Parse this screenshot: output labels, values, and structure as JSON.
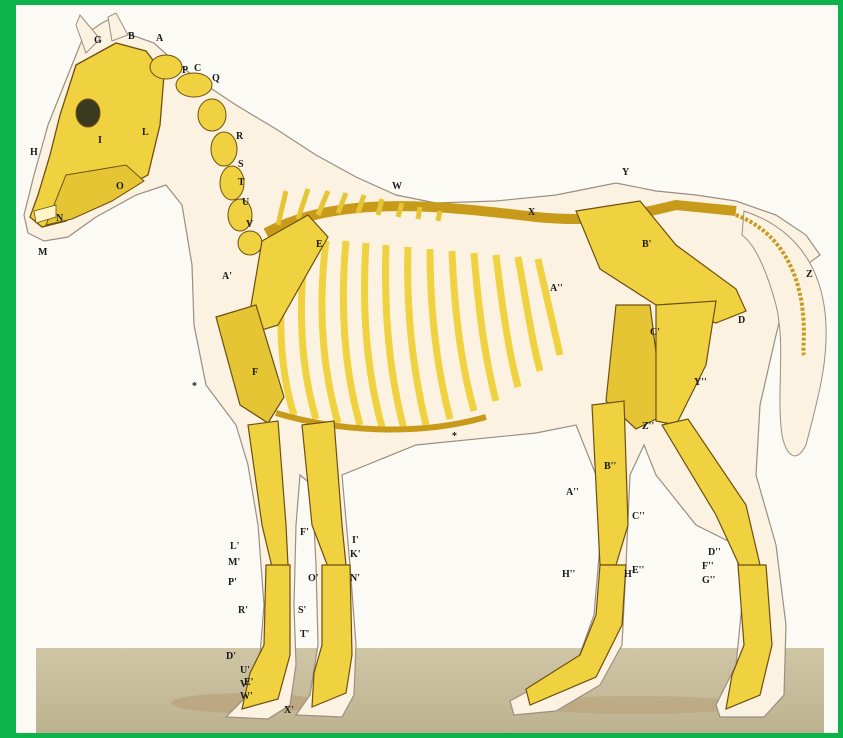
{
  "colors": {
    "frame": "#0cb34a",
    "paper": "#fbfaf5",
    "bone": "#f0d240",
    "bone_shade": "#c79a1a",
    "bone_dark": "#6e4f10",
    "body": "#fbf2e1",
    "outline": "#9a8f82",
    "ground": "#c9c0a0",
    "ground_dark": "#a89d7c"
  },
  "labels": [
    {
      "id": "A",
      "text": "A"
    },
    {
      "id": "B",
      "text": "B"
    },
    {
      "id": "C",
      "text": "C"
    },
    {
      "id": "D",
      "text": "D"
    },
    {
      "id": "E",
      "text": "E"
    },
    {
      "id": "F",
      "text": "F"
    },
    {
      "id": "G",
      "text": "G"
    },
    {
      "id": "H",
      "text": "H"
    },
    {
      "id": "I",
      "text": "I"
    },
    {
      "id": "L",
      "text": "L"
    },
    {
      "id": "M",
      "text": "M"
    },
    {
      "id": "N",
      "text": "N"
    },
    {
      "id": "O",
      "text": "O"
    },
    {
      "id": "P",
      "text": "P"
    },
    {
      "id": "Q",
      "text": "Q"
    },
    {
      "id": "R",
      "text": "R"
    },
    {
      "id": "S",
      "text": "S"
    },
    {
      "id": "T",
      "text": "T"
    },
    {
      "id": "U",
      "text": "U"
    },
    {
      "id": "V",
      "text": "V"
    },
    {
      "id": "W",
      "text": "W"
    },
    {
      "id": "X",
      "text": "X"
    },
    {
      "id": "Y",
      "text": "Y"
    },
    {
      "id": "Z",
      "text": "Z"
    },
    {
      "id": "A1",
      "text": "A'"
    },
    {
      "id": "B1",
      "text": "B'"
    },
    {
      "id": "C1",
      "text": "C'"
    },
    {
      "id": "D1",
      "text": "D'"
    },
    {
      "id": "E1",
      "text": "E'"
    },
    {
      "id": "F1",
      "text": "F'"
    },
    {
      "id": "H1",
      "text": "H'"
    },
    {
      "id": "I1",
      "text": "I'"
    },
    {
      "id": "K1",
      "text": "K'"
    },
    {
      "id": "L1",
      "text": "L'"
    },
    {
      "id": "M1",
      "text": "M'"
    },
    {
      "id": "N1",
      "text": "N'"
    },
    {
      "id": "O1",
      "text": "O'"
    },
    {
      "id": "P1",
      "text": "P'"
    },
    {
      "id": "R1",
      "text": "R'"
    },
    {
      "id": "S1",
      "text": "S'"
    },
    {
      "id": "T1",
      "text": "T'"
    },
    {
      "id": "U1",
      "text": "U'"
    },
    {
      "id": "V1",
      "text": "V'"
    },
    {
      "id": "W1",
      "text": "W'"
    },
    {
      "id": "X1",
      "text": "X'"
    },
    {
      "id": "Y2",
      "text": "Y''"
    },
    {
      "id": "Z2",
      "text": "Z''"
    },
    {
      "id": "A2",
      "text": "A''"
    },
    {
      "id": "B2",
      "text": "B''"
    },
    {
      "id": "C2",
      "text": "C''"
    },
    {
      "id": "D2",
      "text": "D''"
    },
    {
      "id": "E2",
      "text": "E''"
    },
    {
      "id": "F2",
      "text": "F''"
    },
    {
      "id": "G2",
      "text": "G''"
    },
    {
      "id": "H2",
      "text": "H''"
    },
    {
      "id": "A2b",
      "text": "A''"
    },
    {
      "id": "star1",
      "text": "*"
    },
    {
      "id": "star2",
      "text": "*"
    }
  ]
}
